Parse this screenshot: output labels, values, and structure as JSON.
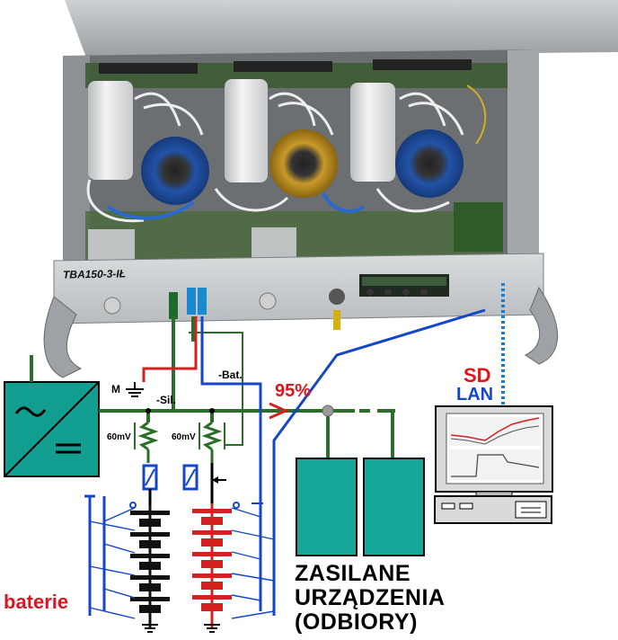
{
  "device": {
    "model": "TBA150-3-IŁ"
  },
  "labels": {
    "ground_m": "M",
    "sil": "-Sil.",
    "bat": "-Bat.",
    "efficiency": "95%",
    "shunt_left": "60mV",
    "shunt_right": "60mV",
    "sd": "SD",
    "lan": "LAN",
    "batteries": "baterie",
    "loads_line1": "ZASILANE",
    "loads_line2": "URZĄDZENIA",
    "loads_line3": "(ODBIORY)"
  },
  "icons": {
    "converter": "ac-dc-converter-icon",
    "ground": "ground-icon",
    "arrow": "arrow-left-icon",
    "computer": "computer-monitor-icon"
  },
  "colors": {
    "dc_bus": "#2a6e2a",
    "positive": "#d42020",
    "negative": "#1446c8",
    "converter": "#139e92",
    "load": "#16a69a",
    "battery_black": "#111111",
    "battery_red": "#d42020"
  }
}
